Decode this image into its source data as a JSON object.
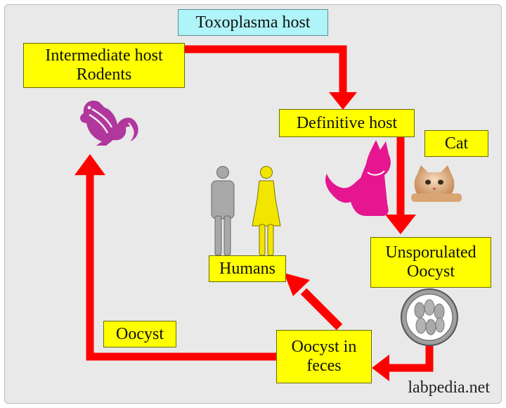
{
  "title": "Toxoplasma host",
  "nodes": {
    "intermediate_host": "Intermediate host\nRodents",
    "definitive_host": "Definitive host",
    "cat": "Cat",
    "unsporulated_oocyst": "Unsporulated\nOocyst",
    "humans": "Humans",
    "oocyst_in_feces": "Oocyst in\nfeces",
    "oocyst": "Oocyst"
  },
  "footer": "labpedia.net",
  "colors": {
    "arrow": "#ff0000",
    "box": "#ffff00",
    "title_box": "#aef4f8",
    "animal": "#b0379b",
    "cat_silhouette": "#e5168f",
    "male_figure": "#a8a8a8",
    "female_figure": "#f2e600"
  },
  "icons": [
    "chipmunk-icon",
    "cat-silhouette-icon",
    "cat-photo-icon",
    "male-person-icon",
    "female-person-icon",
    "oocyst-cell-icon"
  ]
}
